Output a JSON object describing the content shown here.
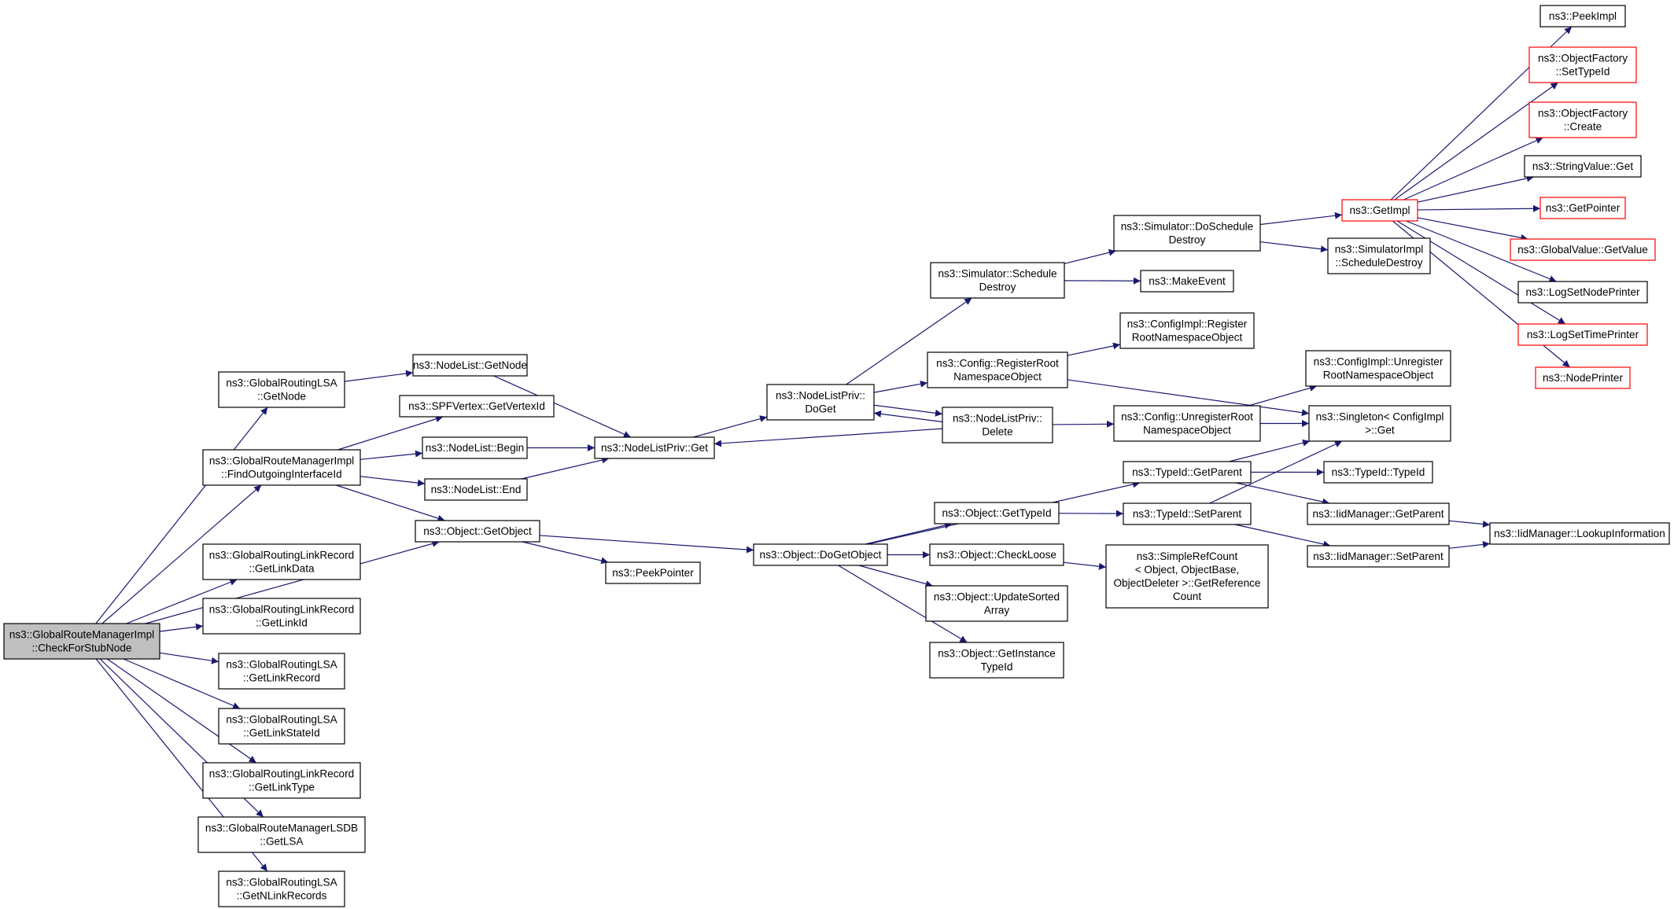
{
  "colors": {
    "edge": "#191970",
    "border": "#000000",
    "highlight_border": "#ff0000",
    "root_fill": "#bfbfbf"
  },
  "nodes": [
    {
      "id": "root",
      "lines": [
        "ns3::GlobalRouteManagerImpl",
        "::CheckForStubNode"
      ],
      "root": true
    },
    {
      "id": "lsa_getnode",
      "lines": [
        "ns3::GlobalRoutingLSA",
        "::GetNode"
      ]
    },
    {
      "id": "gr_findout",
      "lines": [
        "ns3::GlobalRouteManagerImpl",
        "::FindOutgoingInterfaceId"
      ]
    },
    {
      "id": "lr_getlinkdata",
      "lines": [
        "ns3::GlobalRoutingLinkRecord",
        "::GetLinkData"
      ]
    },
    {
      "id": "lr_getlinkid",
      "lines": [
        "ns3::GlobalRoutingLinkRecord",
        "::GetLinkId"
      ]
    },
    {
      "id": "lsa_getlinkrecord",
      "lines": [
        "ns3::GlobalRoutingLSA",
        "::GetLinkRecord"
      ]
    },
    {
      "id": "lsa_getlinkstateid",
      "lines": [
        "ns3::GlobalRoutingLSA",
        "::GetLinkStateId"
      ]
    },
    {
      "id": "lr_getlinktype",
      "lines": [
        "ns3::GlobalRoutingLinkRecord",
        "::GetLinkType"
      ]
    },
    {
      "id": "lsdb_getlsa",
      "lines": [
        "ns3::GlobalRouteManagerLSDB",
        "::GetLSA"
      ]
    },
    {
      "id": "lsa_getnlinkrecords",
      "lines": [
        "ns3::GlobalRoutingLSA",
        "::GetNLinkRecords"
      ]
    },
    {
      "id": "nl_getnode",
      "lines": [
        "ns3::NodeList::GetNode"
      ]
    },
    {
      "id": "spf_getvertexid",
      "lines": [
        "ns3::SPFVertex::GetVertexId"
      ]
    },
    {
      "id": "nl_begin",
      "lines": [
        "ns3::NodeList::Begin"
      ]
    },
    {
      "id": "nl_end",
      "lines": [
        "ns3::NodeList::End"
      ]
    },
    {
      "id": "obj_getobject",
      "lines": [
        "ns3::Object::GetObject"
      ]
    },
    {
      "id": "peekpointer",
      "lines": [
        "ns3::PeekPointer"
      ]
    },
    {
      "id": "nlp_get",
      "lines": [
        "ns3::NodeListPriv::Get"
      ]
    },
    {
      "id": "nlp_doget",
      "lines": [
        "ns3::NodeListPriv::",
        "DoGet"
      ]
    },
    {
      "id": "obj_dogetobject",
      "lines": [
        "ns3::Object::DoGetObject"
      ]
    },
    {
      "id": "sim_schedule_destroy",
      "lines": [
        "ns3::Simulator::Schedule",
        "Destroy"
      ]
    },
    {
      "id": "cfg_register",
      "lines": [
        "ns3::Config::RegisterRoot",
        "NamespaceObject"
      ]
    },
    {
      "id": "nlp_delete",
      "lines": [
        "ns3::NodeListPriv::",
        "Delete"
      ]
    },
    {
      "id": "obj_gettypeid",
      "lines": [
        "ns3::Object::GetTypeId"
      ]
    },
    {
      "id": "obj_checkloose",
      "lines": [
        "ns3::Object::CheckLoose"
      ]
    },
    {
      "id": "obj_updatesorted",
      "lines": [
        "ns3::Object::UpdateSorted",
        "Array"
      ]
    },
    {
      "id": "obj_getinstance",
      "lines": [
        "ns3::Object::GetInstance",
        "TypeId"
      ]
    },
    {
      "id": "sim_doschedule",
      "lines": [
        "ns3::Simulator::DoSchedule",
        "Destroy"
      ]
    },
    {
      "id": "makeevent",
      "lines": [
        "ns3::MakeEvent"
      ]
    },
    {
      "id": "cfgimpl_register",
      "lines": [
        "ns3::ConfigImpl::Register",
        "RootNamespaceObject"
      ]
    },
    {
      "id": "cfg_unregister",
      "lines": [
        "ns3::Config::UnregisterRoot",
        "NamespaceObject"
      ]
    },
    {
      "id": "typeid_getparent",
      "lines": [
        "ns3::TypeId::GetParent"
      ]
    },
    {
      "id": "typeid_setparent",
      "lines": [
        "ns3::TypeId::SetParent"
      ]
    },
    {
      "id": "simplerefcount",
      "lines": [
        "ns3::SimpleRefCount",
        "< Object, ObjectBase,",
        "ObjectDeleter >::GetReference",
        "Count"
      ]
    },
    {
      "id": "getimpl",
      "lines": [
        "ns3::GetImpl"
      ],
      "highlight": true
    },
    {
      "id": "simimpl_scheduledestroy",
      "lines": [
        "ns3::SimulatorImpl",
        "::ScheduleDestroy"
      ]
    },
    {
      "id": "cfgimpl_unregister",
      "lines": [
        "ns3::ConfigImpl::Unregister",
        "RootNamespaceObject"
      ]
    },
    {
      "id": "singleton_get",
      "lines": [
        "ns3::Singleton< ConfigImpl",
        ">::Get"
      ]
    },
    {
      "id": "typeid_typeid",
      "lines": [
        "ns3::TypeId::TypeId"
      ]
    },
    {
      "id": "iid_getparent",
      "lines": [
        "ns3::IidManager::GetParent"
      ]
    },
    {
      "id": "iid_setparent",
      "lines": [
        "ns3::IidManager::SetParent"
      ]
    },
    {
      "id": "peekimpl",
      "lines": [
        "ns3::PeekImpl"
      ]
    },
    {
      "id": "of_settypeid",
      "lines": [
        "ns3::ObjectFactory",
        "::SetTypeId"
      ],
      "highlight": true
    },
    {
      "id": "of_create",
      "lines": [
        "ns3::ObjectFactory",
        "::Create"
      ],
      "highlight": true
    },
    {
      "id": "stringvalue_get",
      "lines": [
        "ns3::StringValue::Get"
      ]
    },
    {
      "id": "getpointer",
      "lines": [
        "ns3::GetPointer"
      ],
      "highlight": true
    },
    {
      "id": "gv_getvalue",
      "lines": [
        "ns3::GlobalValue::GetValue"
      ],
      "highlight": true
    },
    {
      "id": "logsetnodeprinter",
      "lines": [
        "ns3::LogSetNodePrinter"
      ]
    },
    {
      "id": "logsettimeprinter",
      "lines": [
        "ns3::LogSetTimePrinter"
      ],
      "highlight": true
    },
    {
      "id": "nodeprinter",
      "lines": [
        "ns3::NodePrinter"
      ],
      "highlight": true
    },
    {
      "id": "iid_lookup",
      "lines": [
        "ns3::IidManager::LookupInformation"
      ]
    }
  ],
  "edges": [
    [
      "root",
      "lsa_getnode"
    ],
    [
      "root",
      "gr_findout"
    ],
    [
      "root",
      "obj_getobject"
    ],
    [
      "root",
      "lr_getlinkdata"
    ],
    [
      "root",
      "lr_getlinkid"
    ],
    [
      "root",
      "lsa_getlinkrecord"
    ],
    [
      "root",
      "lsa_getlinkstateid"
    ],
    [
      "root",
      "lr_getlinktype"
    ],
    [
      "root",
      "lsdb_getlsa"
    ],
    [
      "root",
      "lsa_getnlinkrecords"
    ],
    [
      "lsa_getnode",
      "nl_getnode"
    ],
    [
      "nl_getnode",
      "nlp_get"
    ],
    [
      "gr_findout",
      "spf_getvertexid"
    ],
    [
      "gr_findout",
      "nl_begin"
    ],
    [
      "gr_findout",
      "nl_end"
    ],
    [
      "gr_findout",
      "obj_getobject"
    ],
    [
      "nl_begin",
      "nlp_get"
    ],
    [
      "nl_end",
      "nlp_get"
    ],
    [
      "obj_getobject",
      "obj_dogetobject"
    ],
    [
      "obj_getobject",
      "peekpointer"
    ],
    [
      "nlp_get",
      "nlp_doget"
    ],
    [
      "nlp_delete",
      "nlp_get"
    ],
    [
      "nlp_doget",
      "sim_schedule_destroy"
    ],
    [
      "nlp_doget",
      "cfg_register"
    ],
    [
      "nlp_doget",
      "nlp_delete"
    ],
    [
      "nlp_delete",
      "nlp_doget"
    ],
    [
      "nlp_delete",
      "cfg_unregister"
    ],
    [
      "sim_schedule_destroy",
      "sim_doschedule"
    ],
    [
      "sim_schedule_destroy",
      "makeevent"
    ],
    [
      "sim_doschedule",
      "getimpl"
    ],
    [
      "sim_doschedule",
      "simimpl_scheduledestroy"
    ],
    [
      "cfg_register",
      "cfgimpl_register"
    ],
    [
      "cfg_register",
      "singleton_get"
    ],
    [
      "cfg_unregister",
      "cfgimpl_unregister"
    ],
    [
      "cfg_unregister",
      "singleton_get"
    ],
    [
      "obj_dogetobject",
      "typeid_getparent"
    ],
    [
      "obj_dogetobject",
      "obj_gettypeid"
    ],
    [
      "obj_dogetobject",
      "obj_checkloose"
    ],
    [
      "obj_dogetobject",
      "obj_updatesorted"
    ],
    [
      "obj_dogetobject",
      "obj_getinstance"
    ],
    [
      "obj_gettypeid",
      "typeid_setparent"
    ],
    [
      "obj_checkloose",
      "simplerefcount"
    ],
    [
      "typeid_getparent",
      "typeid_typeid"
    ],
    [
      "typeid_getparent",
      "iid_getparent"
    ],
    [
      "typeid_getparent",
      "singleton_get"
    ],
    [
      "typeid_setparent",
      "iid_setparent"
    ],
    [
      "typeid_setparent",
      "singleton_get"
    ],
    [
      "iid_getparent",
      "iid_lookup"
    ],
    [
      "iid_setparent",
      "iid_lookup"
    ],
    [
      "getimpl",
      "peekimpl"
    ],
    [
      "getimpl",
      "of_settypeid"
    ],
    [
      "getimpl",
      "of_create"
    ],
    [
      "getimpl",
      "stringvalue_get"
    ],
    [
      "getimpl",
      "getpointer"
    ],
    [
      "getimpl",
      "gv_getvalue"
    ],
    [
      "getimpl",
      "logsetnodeprinter"
    ],
    [
      "getimpl",
      "logsettimeprinter"
    ],
    [
      "getimpl",
      "nodeprinter"
    ]
  ]
}
